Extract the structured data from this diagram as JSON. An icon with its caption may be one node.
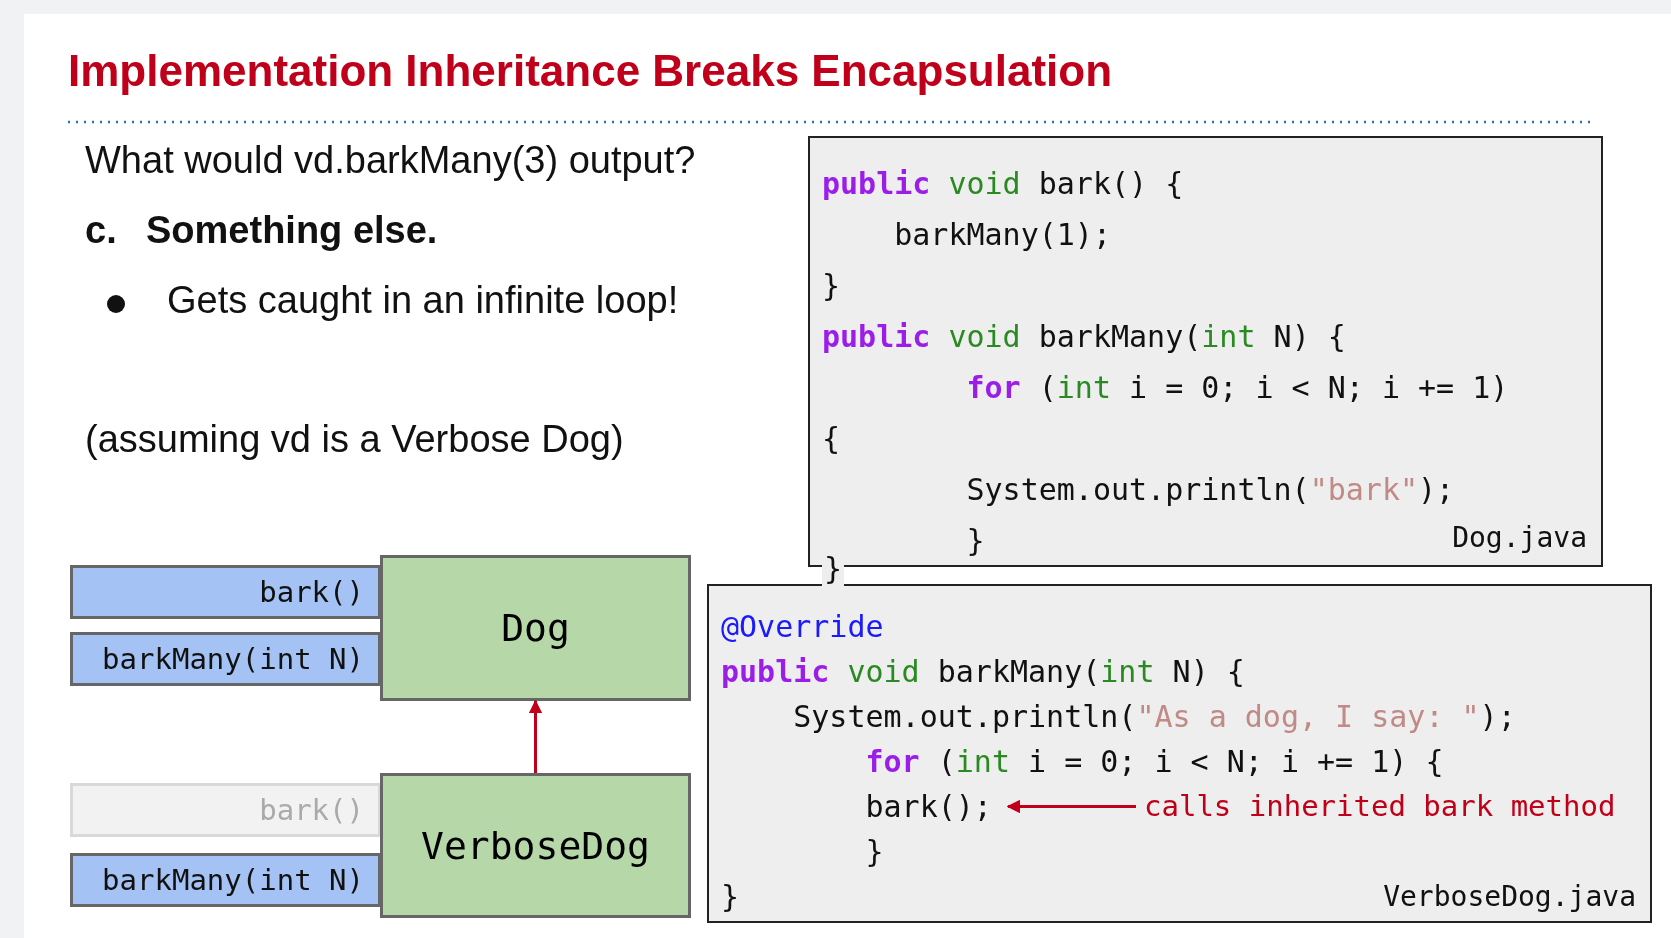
{
  "diagram": {
    "title": "Implementation Inheritance Breaks Encapsulation",
    "nodes": [
      {
        "text": [
          "Dog"
        ]
      },
      {
        "text": [
          "bark()"
        ]
      },
      {
        "text": [
          "barkMany(int N)"
        ]
      },
      {
        "text": [
          "VerboseDog"
        ]
      },
      {
        "text": [
          "bark()"
        ]
      },
      {
        "text": [
          "barkMany(int N)"
        ]
      },
      {
        "text": [
          "**public** void bark() {",
          "barkMany(1);",
          "}",
          "**public** void barkMany(int N) {",
          "**for** (int i = 0; i < N; i += 1)",
          "{",
          "System.out.println(\"bark\");",
          "}",
          "Dog.java",
          "}"
        ]
      },
      {
        "text": [
          "@Override",
          "**public** void barkMany(int N) {",
          "System.out.println(\"As a dog, I say: \");",
          "**for** (int i = 0; i < N; i += 1) {",
          "}",
          "}",
          "VerboseDog.java"
        ]
      },
      {
        "text": [
          "bark();"
        ],
        "in": 7
      },
      {
        "text": [
          "calls inherited bark method"
        ],
        "in": 7
      }
    ],
    "edges": [
      {
        "from": 3,
        "to": 0,
        "arrow": "to"
      },
      {
        "from": 9,
        "to": 8,
        "arrow": "to"
      }
    ],
    "labels": [
      "What would vd.barkMany(3) output?",
      "c.",
      "Something else.",
      "Gets caught in an infinite loop!",
      "(assuming vd is a Verbose Dog)"
    ]
  }
}
